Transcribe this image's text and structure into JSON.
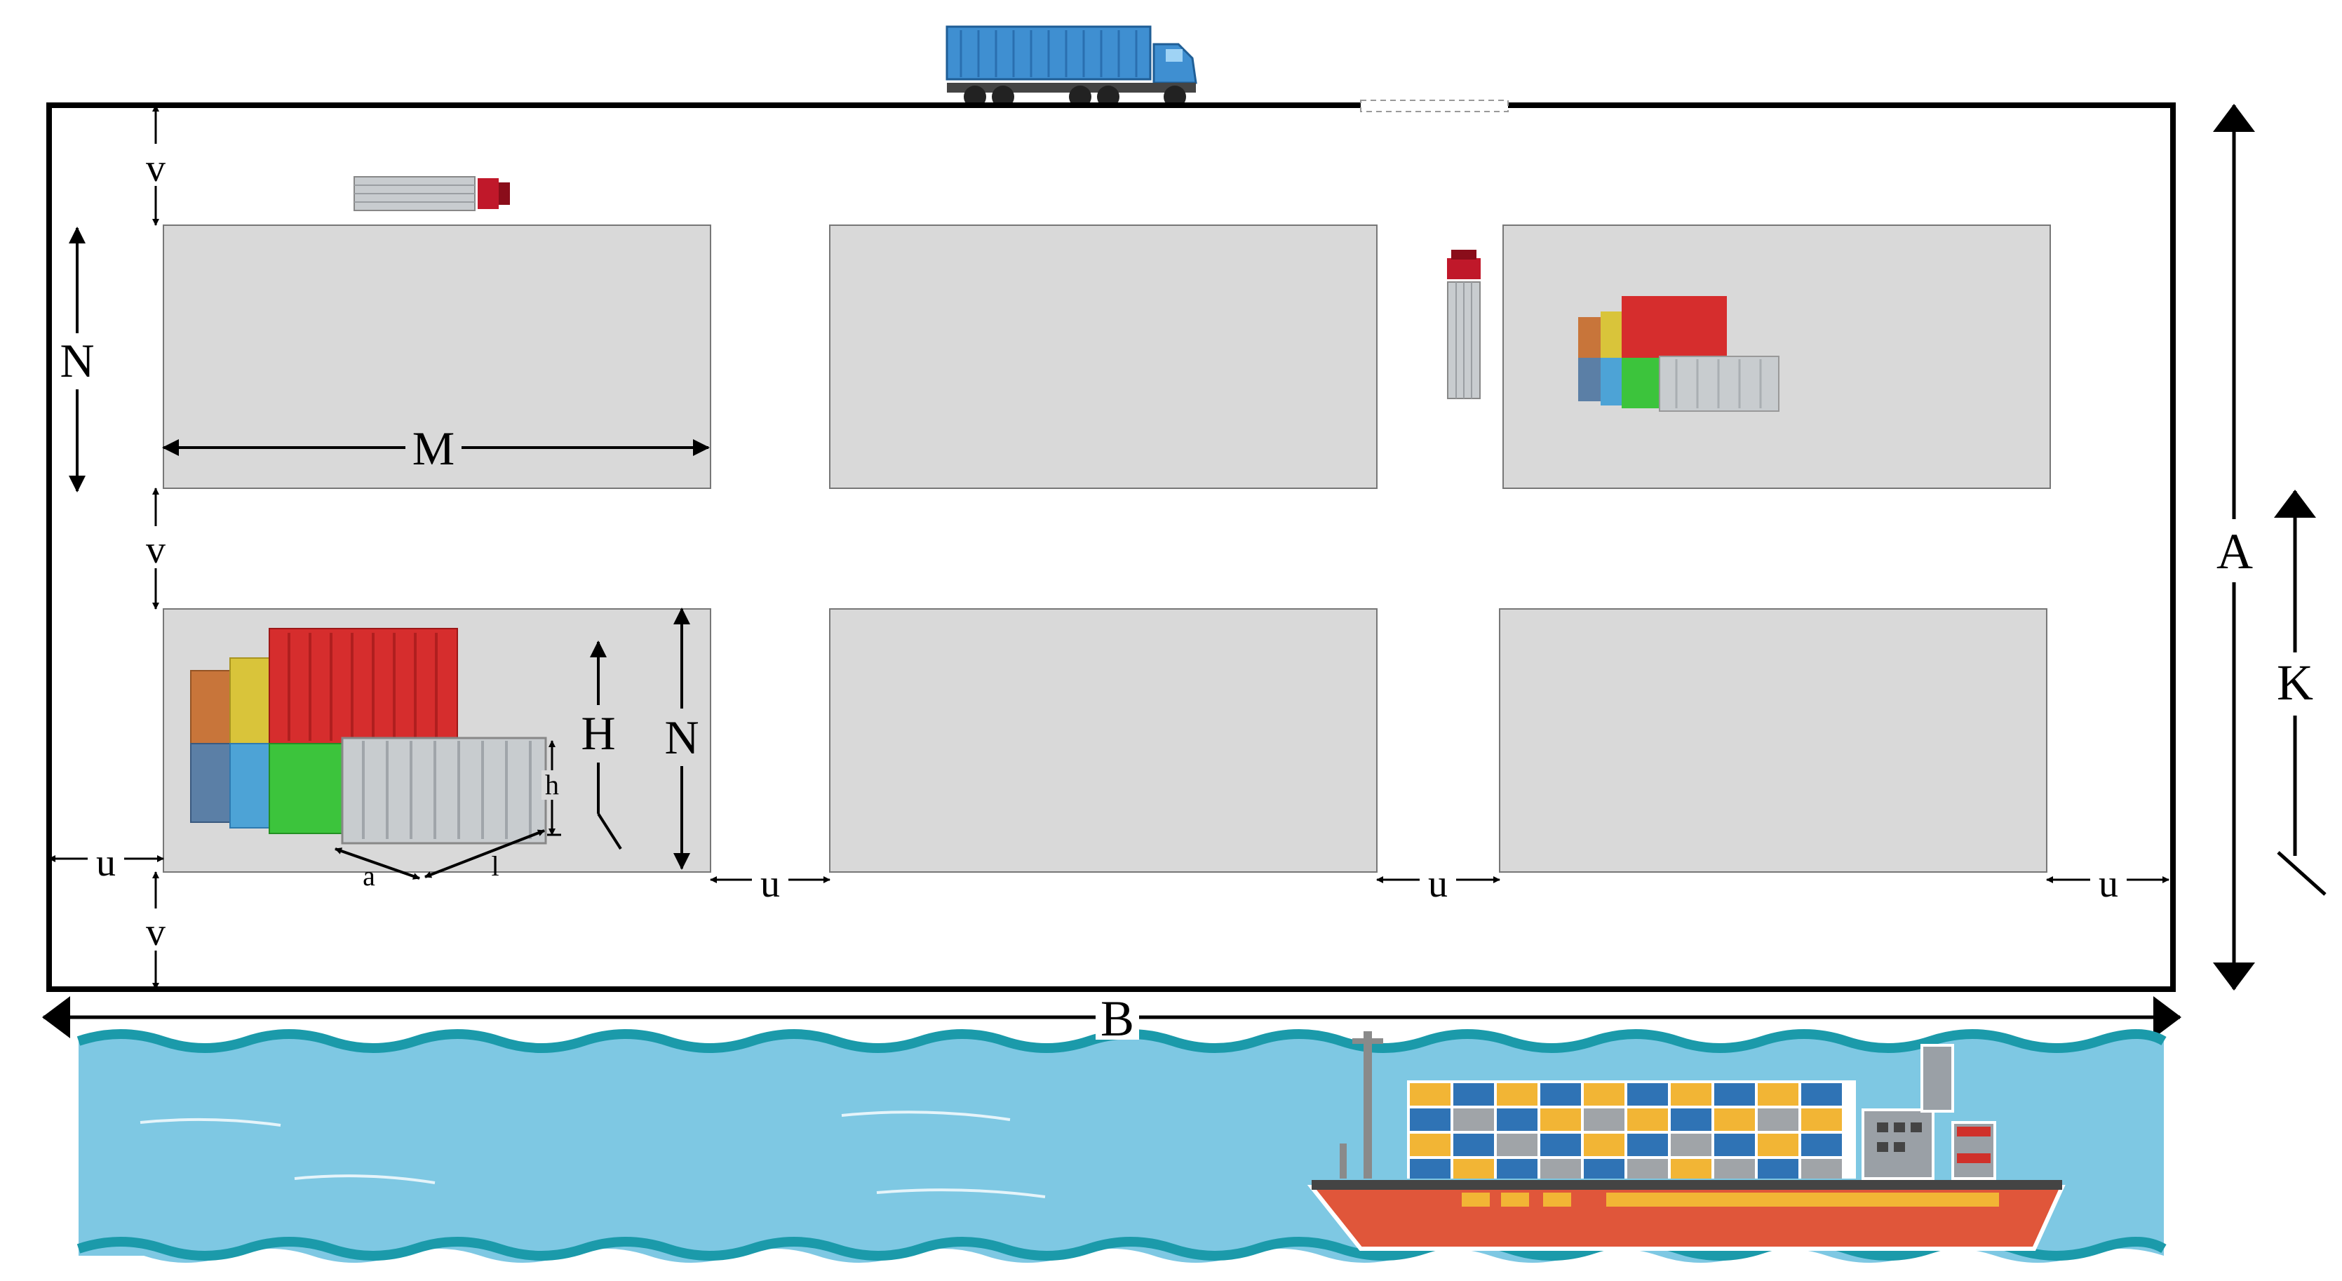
{
  "labels": {
    "yard_depth": "A",
    "yard_width": "B",
    "block_length": "M",
    "block_depth": "N",
    "aisle_width": "u",
    "road_width": "v",
    "stack_height": "H",
    "container_height": "h",
    "container_width": "a",
    "container_length": "l",
    "axis_k": "K"
  },
  "colors": {
    "block_fill": "#d9d9d9",
    "water": "#7ec8e3",
    "water_dark": "#1b9aaa",
    "hull": "#e0563a",
    "container_red": "#d62d2d",
    "container_green": "#3cc43c",
    "container_blue": "#4da3d6",
    "container_yellow": "#d9c43a",
    "container_orange": "#c8753a",
    "container_grey": "#c8cccf",
    "truck_blue": "#3f8fd1",
    "truck_red": "#c0182a"
  },
  "icons": {
    "top_truck": "semi-truck-icon",
    "small_truck_horizontal": "truck-icon",
    "small_truck_vertical": "truck-icon",
    "ship": "container-ship-icon",
    "stacks": "container-stack-icon"
  }
}
